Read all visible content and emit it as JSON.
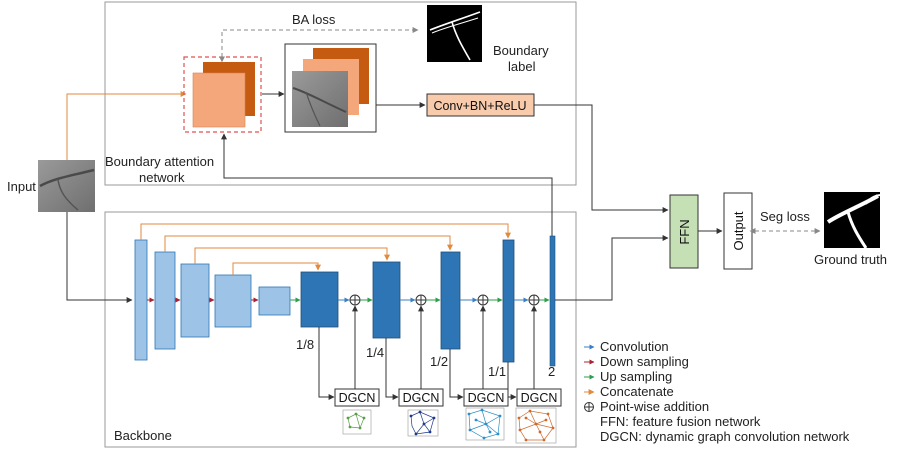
{
  "input_label": "Input",
  "boundary_attention_network": {
    "ba_loss_label": "BA loss",
    "boundary_label_line1": "Boundary",
    "boundary_label_line2": "label",
    "network_label_line1": "Boundary attention",
    "network_label_line2": "network",
    "conv_block_label": "Conv+BN+ReLU"
  },
  "backbone": {
    "label": "Backbone",
    "scale_labels": [
      "1/8",
      "1/4",
      "1/2",
      "1/1",
      "2"
    ],
    "dgcn_label": "DGCN"
  },
  "ffn_label": "FFN",
  "output_label": "Output",
  "seg_loss_label": "Seg loss",
  "ground_truth_label": "Ground truth",
  "legend": [
    {
      "symbol": "arrow",
      "color": "#3a7fc4",
      "text": "Convolution"
    },
    {
      "symbol": "arrow",
      "color": "#a8232f",
      "text": "Down sampling"
    },
    {
      "symbol": "arrow",
      "color": "#2e9e4a",
      "text": "Up sampling"
    },
    {
      "symbol": "arrow",
      "color": "#e08a3c",
      "text": "Concatenate"
    },
    {
      "symbol": "oplus",
      "color": "#333333",
      "text": "Point-wise addition"
    },
    {
      "symbol": "none",
      "color": "",
      "text": "FFN: feature fusion network"
    },
    {
      "symbol": "none",
      "color": "",
      "text": "DGCN: dynamic graph convolution network"
    }
  ],
  "colors": {
    "light_blue": "#9dc3e6",
    "dark_blue": "#2e75b6",
    "orange_dark": "#c55a11",
    "orange_mid": "#f4a77b",
    "orange_light": "#f8cbad",
    "green_box": "#c5e0b4",
    "concat_orange": "#e08a3c",
    "conv_blue": "#3a7fc4",
    "down_red": "#a8232f",
    "up_green": "#2e9e4a"
  }
}
